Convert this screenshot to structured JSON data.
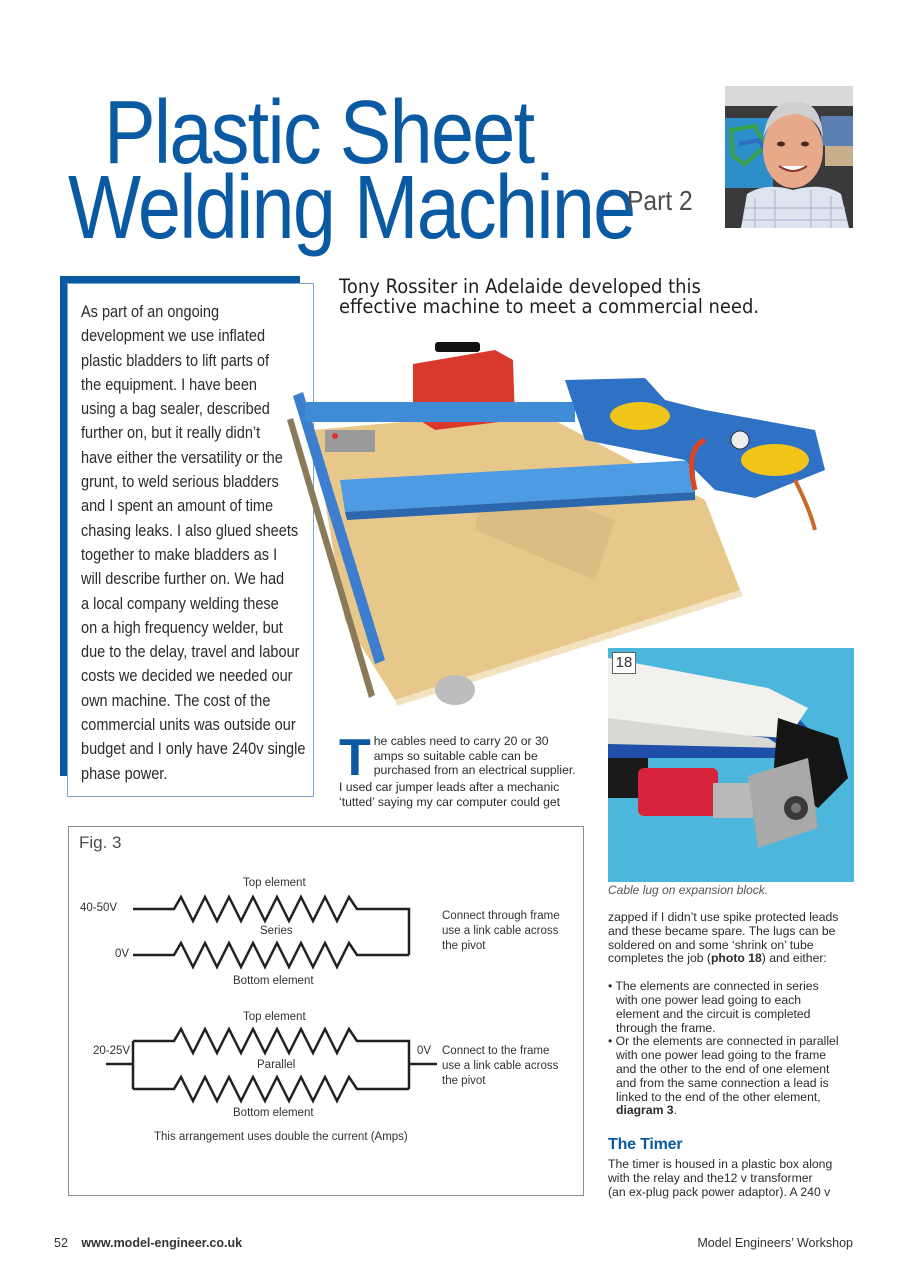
{
  "article": {
    "title_line1": "Plastic Sheet",
    "title_line2": "Welding Machine",
    "part": "Part 2",
    "standfirst_line1": "Tony Rossiter in Adelaide developed this",
    "standfirst_line2": "effective machine to meet a commercial need."
  },
  "portrait": {
    "alt": "author-portrait"
  },
  "sidebar": {
    "lines": [
      "As part of an ongoing",
      "development we use inflated",
      "plastic bladders to lift parts of",
      "the equipment. I have been",
      "using a bag sealer, described",
      "further on, but it really didn’t",
      "have either the versatility or the",
      "grunt, to weld serious bladders",
      "and I spent an amount of time",
      "chasing leaks. I also glued sheets",
      "together to make bladders as I",
      "will describe further on. We had",
      "a local company welding these",
      "on a high frequency welder, but",
      "due to the delay, travel and labour",
      "costs we decided we needed our",
      "own machine. The cost of the",
      "commercial units was outside our",
      "budget and I only have 240v single",
      "phase power."
    ]
  },
  "body": {
    "dropcap": "T",
    "col1_lines": [
      "he cables need to carry 20 or 30",
      "amps so suitable cable can be",
      "purchased from an electrical supplier.",
      "I used car jumper leads after a mechanic",
      "‘tutted’ saying my car computer could get"
    ],
    "col2_lines": [
      "zapped if I didn’t use spike protected leads",
      "and these became spare. The lugs can be",
      "soldered on and some ‘shrink on’ tube"
    ],
    "col2_last_pre": "completes the job (",
    "col2_last_bold": "photo 18",
    "col2_last_post": ") and either:",
    "bullet1_lines": [
      "• The elements are connected in series",
      "with one power lead going to each",
      "element and the circuit is completed",
      "through the frame."
    ],
    "bullet2_lines": [
      "• Or the elements are connected in parallel",
      "with one power lead going to the frame",
      "and the other to the end of one element",
      "and from the same connection a lead is",
      "linked to the end of the other element,"
    ],
    "bullet2_bold": "diagram 3",
    "bullet2_end": ".",
    "subhead": "The Timer",
    "timer_lines": [
      "The timer is housed in a plastic box along",
      "with the relay and the12 v transformer",
      "(an ex-plug pack power adaptor). A 240 v"
    ]
  },
  "photo18": {
    "number": "18",
    "caption": "Cable lug on expansion block."
  },
  "figure": {
    "label": "Fig. 3",
    "series": {
      "top_label": "Top element",
      "mid_label": "Series",
      "bottom_label": "Bottom element",
      "voltage_in": "40-50V",
      "voltage_zero": "0V",
      "note_lines": [
        "Connect through frame",
        "use a link cable across",
        "the pivot"
      ]
    },
    "parallel": {
      "top_label": "Top element",
      "mid_label": "Parallel",
      "bottom_label": "Bottom element",
      "voltage_in": "20-25V",
      "voltage_zero": "0V",
      "note_lines": [
        "Connect to the frame",
        "use a link cable across",
        "the pivot"
      ],
      "footnote": "This arrangement uses double the current (Amps)"
    }
  },
  "footer": {
    "page_number": "52",
    "url": "www.model-engineer.co.uk",
    "magazine": "Model Engineers’ Workshop"
  },
  "colors": {
    "accent_blue": "#0a5aa3",
    "box_border": "#7ea7cf",
    "text": "#231f20"
  }
}
